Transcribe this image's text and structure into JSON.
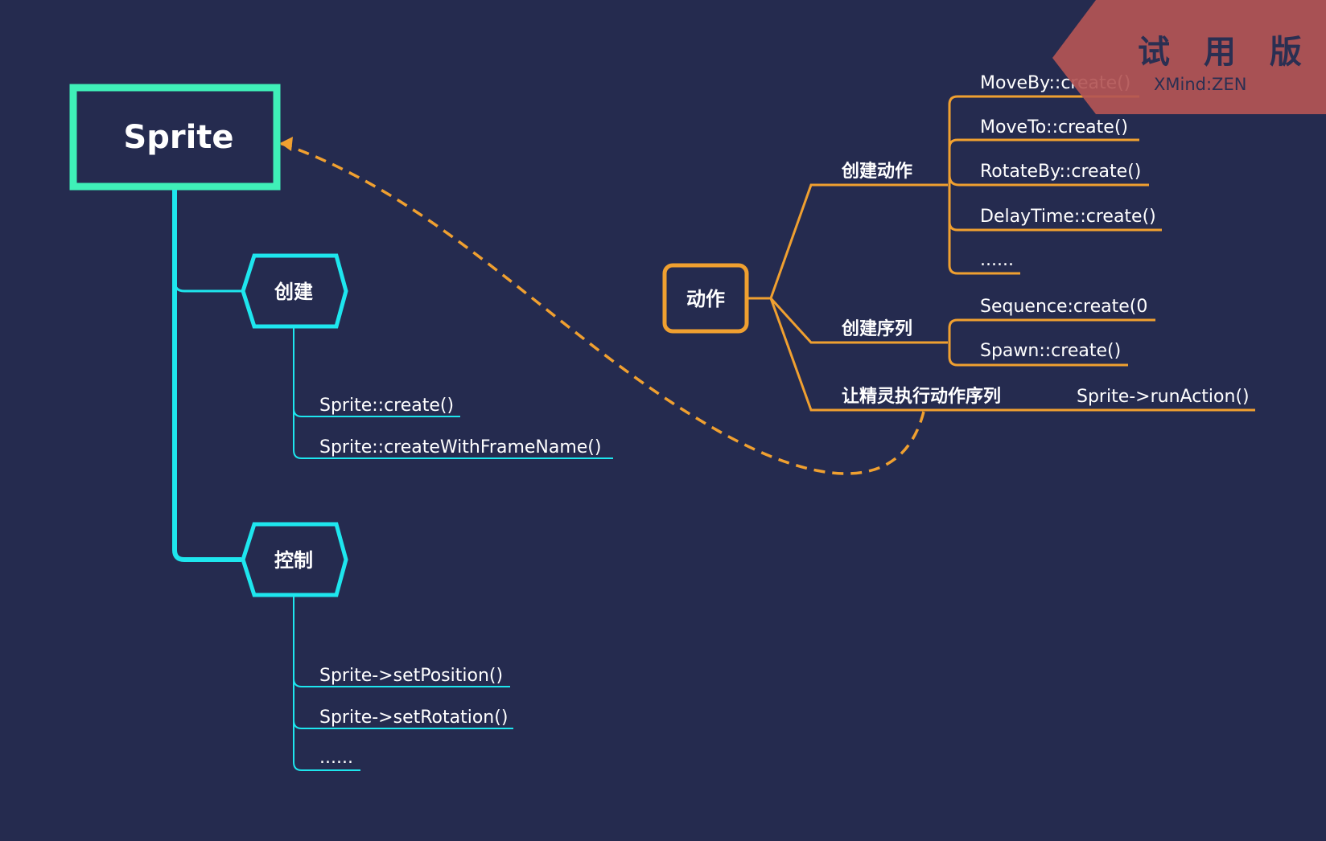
{
  "colors": {
    "background": "#252b4f",
    "root_border": "#3ff0b8",
    "cyan": "#1ee6ee",
    "orange": "#f0a030",
    "watermark_fill": "#b35555",
    "watermark_text": "#2a2f52"
  },
  "watermark": {
    "title": "试 用 版",
    "subtitle": "XMind:ZEN"
  },
  "root": {
    "label": "Sprite"
  },
  "create": {
    "label": "创建",
    "items": [
      "Sprite::create()",
      "Sprite::createWithFrameName()"
    ]
  },
  "control": {
    "label": "控制",
    "items": [
      "Sprite->setPosition()",
      "Sprite->setRotation()",
      "......"
    ]
  },
  "action": {
    "label": "动作",
    "create_action": {
      "label": "创建动作",
      "items": [
        "MoveBy::create()",
        "MoveTo::create()",
        "RotateBy::create()",
        "DelayTime::create()",
        "......"
      ]
    },
    "create_sequence": {
      "label": "创建序列",
      "items": [
        "Sequence:create(0",
        "Spawn::create()"
      ]
    },
    "run": {
      "label": "让精灵执行动作序列",
      "item": "Sprite->runAction()"
    }
  }
}
